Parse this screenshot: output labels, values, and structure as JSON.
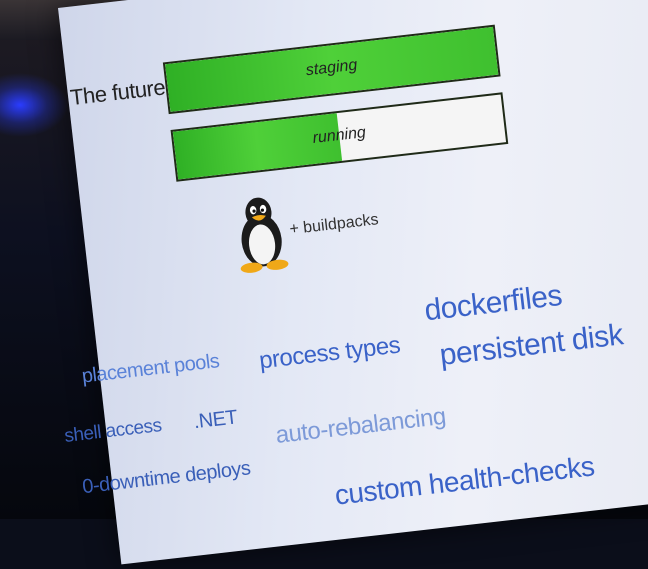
{
  "slide": {
    "title": "The future",
    "bars": [
      {
        "label": "staging",
        "fill_fraction": 1.0
      },
      {
        "label": "running",
        "fill_fraction": 0.5
      }
    ],
    "buildpacks_label": "+ buildpacks",
    "mascot_icon": "linux-penguin-icon",
    "features": [
      "dockerfiles",
      "persistent disk",
      "placement pools",
      "process types",
      "shell access",
      ".NET",
      "auto-rebalancing",
      "0-downtime deploys",
      "custom health-checks"
    ]
  },
  "colors": {
    "bar_green": "#3fc02f",
    "feature_blue": "#3a62c8",
    "stage_light": "#2a3cff"
  }
}
